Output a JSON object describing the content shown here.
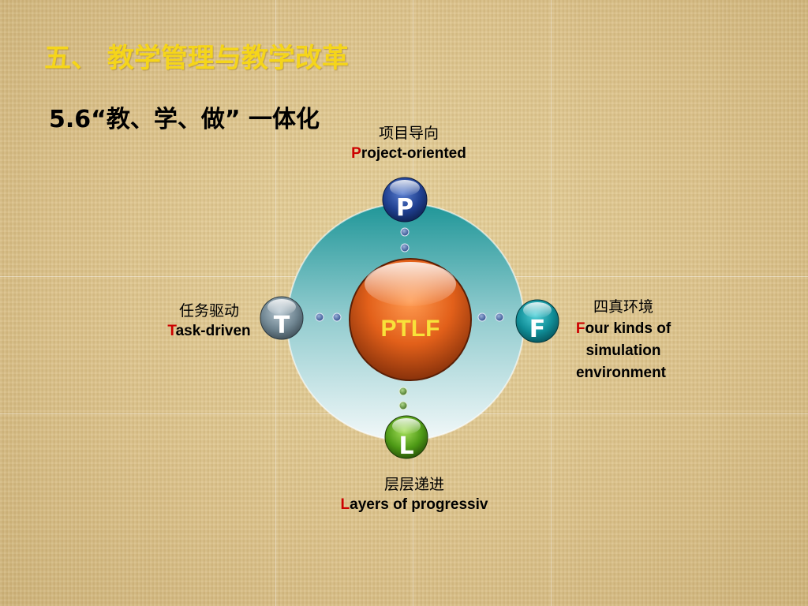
{
  "heading": "五、 教学管理与教学改革",
  "subheading": "5.6“教、学、做” 一体化",
  "center": {
    "label": "PTLF"
  },
  "nodes": {
    "p": {
      "letter": "P",
      "cn": "项目导向",
      "en_first": "P",
      "en_rest": "roject-oriented"
    },
    "t": {
      "letter": "T",
      "cn": "任务驱动",
      "en_first": "T",
      "en_rest": "ask-driven"
    },
    "f": {
      "letter": "F",
      "cn": "四真环境",
      "en_first": "F",
      "en_rest": "our kinds of",
      "en_line2": "simulation",
      "en_line3": "environment"
    },
    "l": {
      "letter": "L",
      "cn": "层层递进",
      "en_first": "L",
      "en_rest": "ayers of progressiv"
    }
  },
  "colors": {
    "heading": "#f5d51a",
    "accent_letter": "#cc0000",
    "ring_outer": "#2a9ea0",
    "center_orange": "#e2601a",
    "node_p": "#1f3f8f",
    "node_t": "#6f8591",
    "node_f": "#0f8c96",
    "node_l": "#4e9a16"
  }
}
